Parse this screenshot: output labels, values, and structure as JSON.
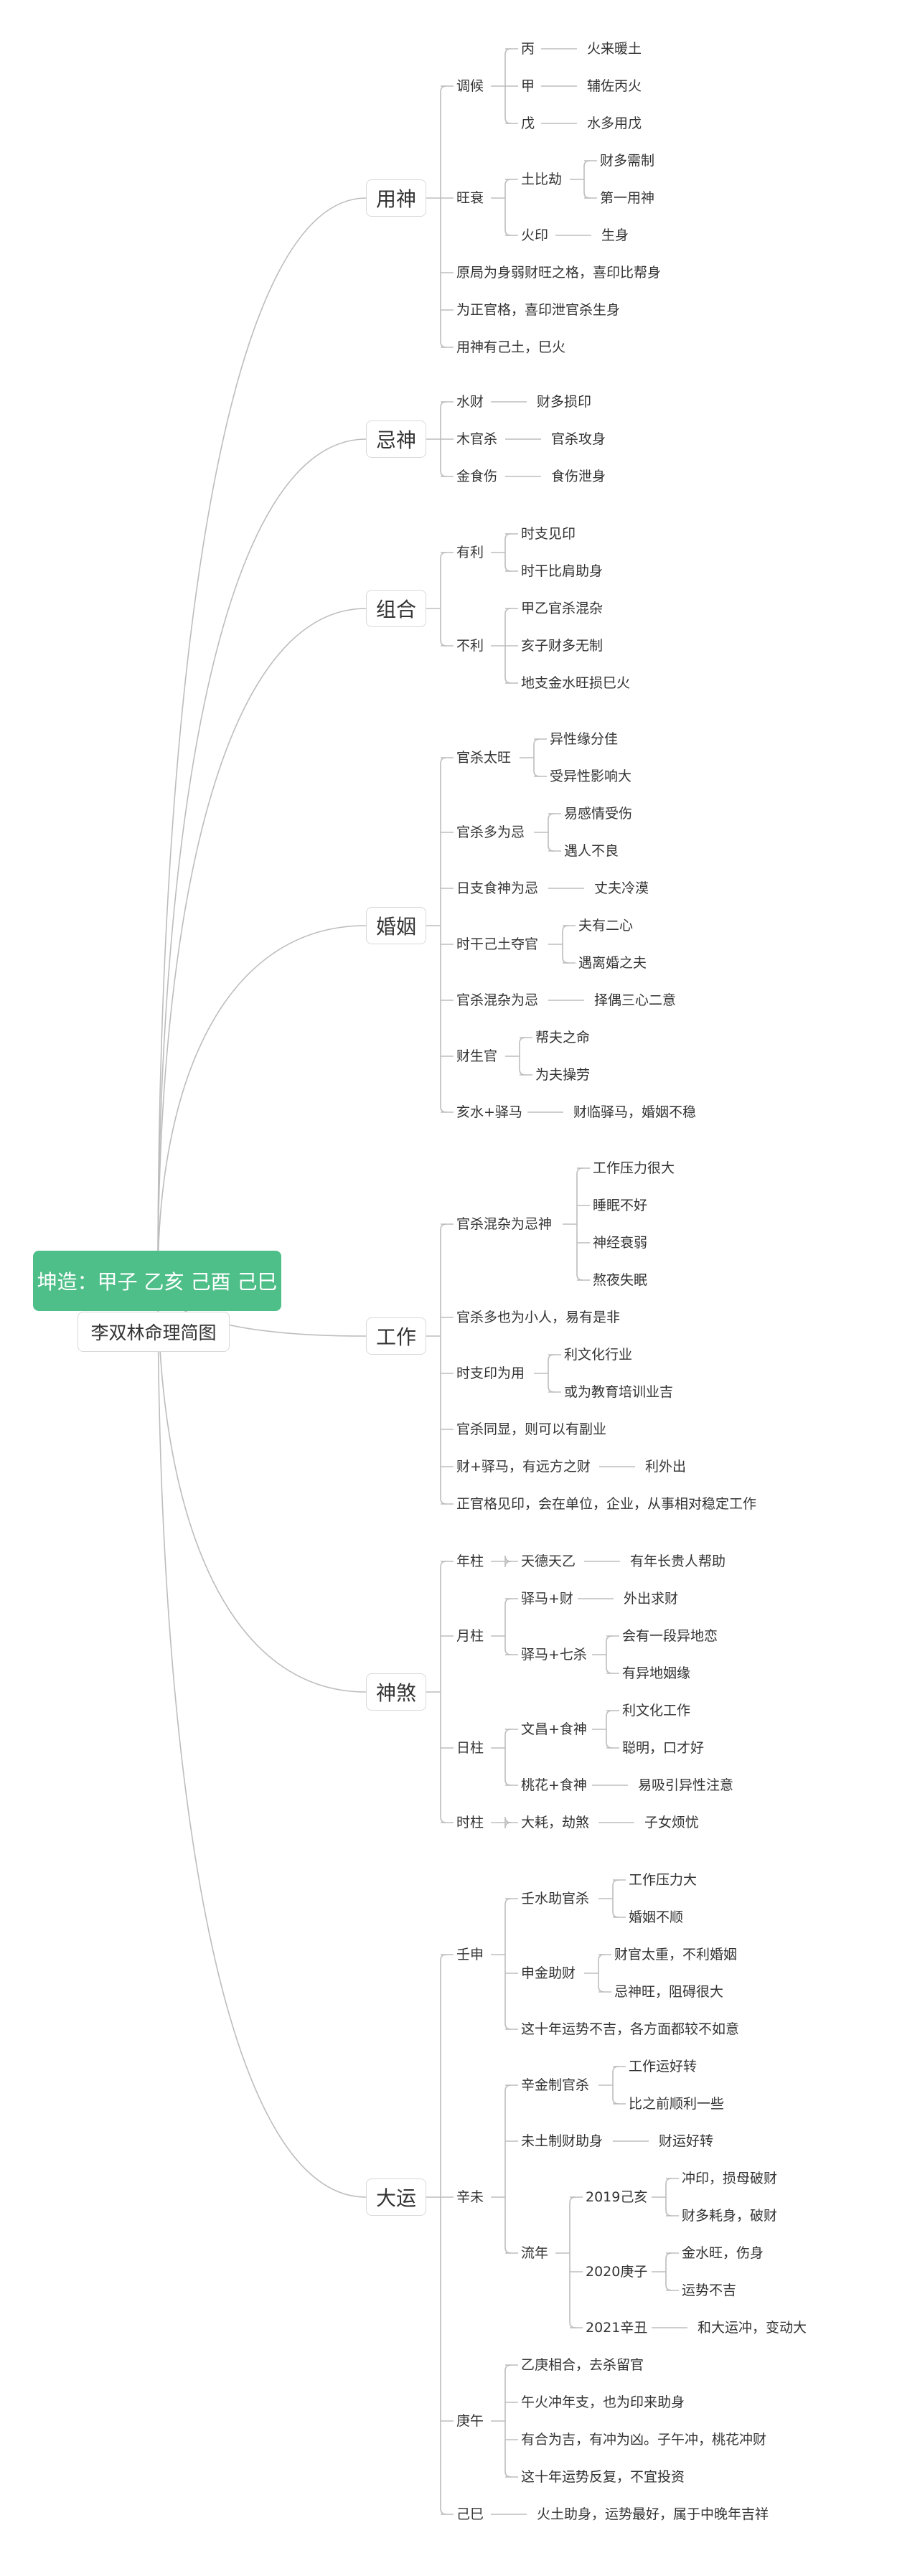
{
  "root": {
    "label": "坤造：甲子 乙亥 己酉 己巳",
    "subtitle": "李双林命理简图"
  },
  "tree": [
    {
      "label": "用神",
      "children": [
        {
          "label": "调候",
          "children": [
            {
              "label": "丙",
              "children": [
                {
                  "label": "火来暖土"
                }
              ]
            },
            {
              "label": "甲",
              "children": [
                {
                  "label": "辅佐丙火"
                }
              ]
            },
            {
              "label": "戊",
              "children": [
                {
                  "label": "水多用戊"
                }
              ]
            }
          ]
        },
        {
          "label": "旺衰",
          "children": [
            {
              "label": "土比劫",
              "children": [
                {
                  "label": "财多需制"
                },
                {
                  "label": "第一用神"
                }
              ]
            },
            {
              "label": "火印",
              "children": [
                {
                  "label": "生身"
                }
              ]
            }
          ]
        },
        {
          "label": "原局为身弱财旺之格，喜印比帮身"
        },
        {
          "label": "为正官格，喜印泄官杀生身"
        },
        {
          "label": "用神有己土，巳火"
        }
      ]
    },
    {
      "label": "忌神",
      "children": [
        {
          "label": "水财",
          "children": [
            {
              "label": "财多损印"
            }
          ]
        },
        {
          "label": "木官杀",
          "children": [
            {
              "label": "官杀攻身"
            }
          ]
        },
        {
          "label": "金食伤",
          "children": [
            {
              "label": "食伤泄身"
            }
          ]
        }
      ]
    },
    {
      "label": "组合",
      "children": [
        {
          "label": "有利",
          "children": [
            {
              "label": "时支见印"
            },
            {
              "label": "时干比肩助身"
            }
          ]
        },
        {
          "label": "不利",
          "children": [
            {
              "label": "甲乙官杀混杂"
            },
            {
              "label": "亥子财多无制"
            },
            {
              "label": "地支金水旺损巳火"
            }
          ]
        }
      ]
    },
    {
      "label": "婚姻",
      "children": [
        {
          "label": "官杀太旺",
          "children": [
            {
              "label": "异性缘分佳"
            },
            {
              "label": "受异性影响大"
            }
          ]
        },
        {
          "label": "官杀多为忌",
          "children": [
            {
              "label": "易感情受伤"
            },
            {
              "label": "遇人不良"
            }
          ]
        },
        {
          "label": "日支食神为忌",
          "children": [
            {
              "label": "丈夫冷漠"
            }
          ]
        },
        {
          "label": "时干己土夺官",
          "children": [
            {
              "label": "夫有二心"
            },
            {
              "label": "遇离婚之夫"
            }
          ]
        },
        {
          "label": "官杀混杂为忌",
          "children": [
            {
              "label": "择偶三心二意"
            }
          ]
        },
        {
          "label": "财生官",
          "children": [
            {
              "label": "帮夫之命"
            },
            {
              "label": "为夫操劳"
            }
          ]
        },
        {
          "label": "亥水+驿马",
          "children": [
            {
              "label": "财临驿马，婚姻不稳"
            }
          ]
        }
      ]
    },
    {
      "label": "工作",
      "children": [
        {
          "label": "官杀混杂为忌神",
          "children": [
            {
              "label": "工作压力很大"
            },
            {
              "label": "睡眠不好"
            },
            {
              "label": "神经衰弱"
            },
            {
              "label": "熬夜失眠"
            }
          ]
        },
        {
          "label": "官杀多也为小人，易有是非"
        },
        {
          "label": "时支印为用",
          "children": [
            {
              "label": "利文化行业"
            },
            {
              "label": "或为教育培训业吉"
            }
          ]
        },
        {
          "label": "官杀同显，则可以有副业"
        },
        {
          "label": "财+驿马，有远方之财",
          "children": [
            {
              "label": "利外出"
            }
          ]
        },
        {
          "label": "正官格见印，会在单位，企业，从事相对稳定工作"
        }
      ]
    },
    {
      "label": "神煞",
      "children": [
        {
          "label": "年柱",
          "children": [
            {
              "label": "天德天乙",
              "children": [
                {
                  "label": "有年长贵人帮助"
                }
              ]
            }
          ]
        },
        {
          "label": "月柱",
          "children": [
            {
              "label": "驿马+财",
              "children": [
                {
                  "label": "外出求财"
                }
              ]
            },
            {
              "label": "驿马+七杀",
              "children": [
                {
                  "label": "会有一段异地恋"
                },
                {
                  "label": "有异地姻缘"
                }
              ]
            }
          ]
        },
        {
          "label": "日柱",
          "children": [
            {
              "label": "文昌+食神",
              "children": [
                {
                  "label": "利文化工作"
                },
                {
                  "label": "聪明，口才好"
                }
              ]
            },
            {
              "label": "桃花+食神",
              "children": [
                {
                  "label": "易吸引异性注意"
                }
              ]
            }
          ]
        },
        {
          "label": "时柱",
          "children": [
            {
              "label": "大耗，劫煞",
              "children": [
                {
                  "label": "子女烦忧"
                }
              ]
            }
          ]
        }
      ]
    },
    {
      "label": "大运",
      "children": [
        {
          "label": "壬申",
          "children": [
            {
              "label": "壬水助官杀",
              "children": [
                {
                  "label": "工作压力大"
                },
                {
                  "label": "婚姻不顺"
                }
              ]
            },
            {
              "label": "申金助财",
              "children": [
                {
                  "label": "财官太重，不利婚姻"
                },
                {
                  "label": "忌神旺，阻碍很大"
                }
              ]
            },
            {
              "label": "这十年运势不吉，各方面都较不如意"
            }
          ]
        },
        {
          "label": "辛未",
          "children": [
            {
              "label": "辛金制官杀",
              "children": [
                {
                  "label": "工作运好转"
                },
                {
                  "label": "比之前顺利一些"
                }
              ]
            },
            {
              "label": "未土制财助身",
              "children": [
                {
                  "label": "财运好转"
                }
              ]
            },
            {
              "label": "流年",
              "children": [
                {
                  "label": "2019己亥",
                  "children": [
                    {
                      "label": "冲印，损母破财"
                    },
                    {
                      "label": "财多耗身，破财"
                    }
                  ]
                },
                {
                  "label": "2020庚子",
                  "children": [
                    {
                      "label": "金水旺，伤身"
                    },
                    {
                      "label": "运势不吉"
                    }
                  ]
                },
                {
                  "label": "2021辛丑",
                  "children": [
                    {
                      "label": "和大运冲，变动大"
                    }
                  ]
                }
              ]
            }
          ]
        },
        {
          "label": "庚午",
          "children": [
            {
              "label": "乙庚相合，去杀留官"
            },
            {
              "label": "午火冲年支，也为印来助身"
            },
            {
              "label": "有合为吉，有冲为凶。子午冲，桃花冲财"
            },
            {
              "label": "这十年运势反复，不宜投资"
            }
          ]
        },
        {
          "label": "己巳",
          "children": [
            {
              "label": "火土助身，运势最好，属于中晚年吉祥"
            }
          ]
        }
      ]
    }
  ]
}
